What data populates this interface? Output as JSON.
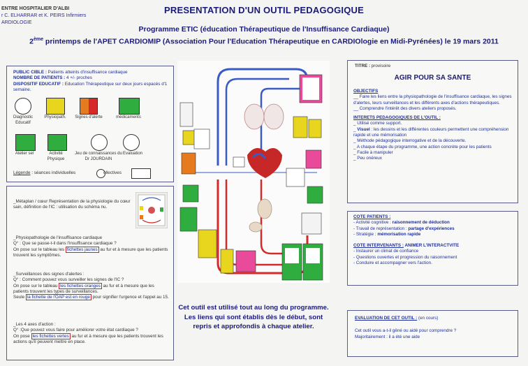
{
  "header": {
    "org_line1": "ENTRE HOSPITALIER D'ALBI",
    "org_line2": "r C. ELHARRAR et K. PEIRS Infirmiers",
    "org_line3": "ARDIOLOGIE",
    "title": "PRESENTATION D'UN OUTIL PEDAGOGIQUE",
    "program": "Programme ETIC (éducation Thérapeutique de l'Insuffisance Cardiaque)",
    "event_sup": "ème",
    "event_num": "2",
    "event_rest": " printemps de l'APET CARDIOMIP  (Association Pour l'Education Thérapeutique en CARDIOlogie en Midi-Pyrénées) le 19 mars 2011"
  },
  "public_box": {
    "cible_label": "PUBLIC CIBLE :",
    "cible_value": " Patients atteints d'insuffisance cardiaque",
    "nombre_label": "NOMBRE DE PATIENTS :",
    "nombre_value": " 4 +/- proches",
    "dispositif_label": "DISPOSITIF EDUCATIF :",
    "dispositif_value": " Education Thérapeutique sur deux jours espacés d'1 semaine.",
    "row1": [
      {
        "label": "Diagnostic Educatif"
      },
      {
        "label": "Physiopath."
      },
      {
        "label": "Signes d'alerte"
      },
      {
        "label": "médicaments"
      }
    ],
    "row2": [
      {
        "label": "Atelier sel"
      },
      {
        "label": "Activité Physique"
      },
      {
        "label": "Jeu de connaissances du Dr JOURDAIN"
      },
      {
        "label": "Evaluation"
      }
    ],
    "legend_label": "Légende",
    "legend_individual": " : séances individuelles",
    "legend_collective": "ollectives"
  },
  "method_box": {
    "p1": "_Métaplan / cœur Représentation de la physiologie du cœur sain, définition de l'IC : utilisation du schéma nu.",
    "p2_title": "_Physiopathologie de l'insuffisance cardiaque",
    "p2_q": "Q° : Que se passe-t-il dans l'insuffisance cardiaque ?",
    "p2_a1": "On pose sur le tableau les ",
    "p2_a_hl": "fichettes jaunes",
    "p2_a2": " au fur et à mesure que les patients trouvent les symptômes.",
    "p3_title": "_Surveillances des signes d'alertes :",
    "p3_q": "Q° : Comment pouvez vous surveiller les signes de l'IC ?",
    "p3_a1": "On pose sur le tableau ",
    "p3_a_hl": "les fichettes oranges",
    "p3_a2": " au fur et à mesure que les patients trouvent les types de surveillances.",
    "p3_b1": "Seule ",
    "p3_b_hl": "la fichette de l'OAP est en rouge",
    "p3_b2": " pour signifier l'urgence et l'appel au 15.",
    "p4_title": "_Les 4 axes d'action :",
    "p4_q": "Q° :Que pouvez vous faire pour améliorer votre état cardiaque ?",
    "p4_a1": "On pose ",
    "p4_a_hl": "les fichettes vertes",
    "p4_a2": " au fur et à mesure que les patients trouvent les actions qu'il peuvent mettre en place."
  },
  "photo_caption": "Cet outil est  utilisé tout au long du programme.\nLes liens qui sont  établis dès le  début, sont repris  et approfondis  à  chaque atelier.",
  "right_box": {
    "titre_label": "TITRE :",
    "titre_value": " provisoire",
    "heading": "AGIR POUR SA SANTE",
    "objectifs_label": "OBJECTIFS",
    "obj1": "__ Faire les liens entre la physiopathologie de l'insuffisance cardiaque, les signes d'alertes, leurs surveillances et les différents axes d'actions thérapeutiques.",
    "obj2": "__ Comprendre l'intérêt des divers ateliers proposés.",
    "interets_label": "INTERETS PEDAGOGIQUES DE L'OUTIL :",
    "int1": "_ Utilisé comme support.",
    "int2a": "_ ",
    "int2b": "Visuel",
    "int2c": " : les dessins et les différentes couleurs permettent une compréhension rapide et une mémorisation",
    "int3": "_ Méthode pédagogique interrogative et de la découverte.",
    "int4": "_ A chaque étape du programme, une action concrète pour les patients",
    "int5": "_ Facile à manipuler",
    "int6": "_ Peu onéreux"
  },
  "cote_box": {
    "patients_label": "COTE PATIENTS :",
    "pat1a": "- Activité cognitive : ",
    "pat1b": "raisonnement de déduction",
    "pat2a": "- Travail de représentation : ",
    "pat2b": "partage d'expériences",
    "pat3a": "- Stratégie : ",
    "pat3b": "mémorisation rapide",
    "interv_label": "COTE INTERVENANTS :",
    "interv_value": "  ANIMER L'INTERACTVITE",
    "int1": "- Instaurer un climat de confiance",
    "int2": "- Questions ouvertes et progression du raisonnement",
    "int3": "- Conduire et accompagner vers l'action."
  },
  "eval_box": {
    "label": "EVALUATION DE CET OUTIL :",
    "label_suffix": " (en cours)",
    "q": "Cet outil vous a-t-il gêné ou aidé pour comprendre ?",
    "a": "Majoritairement : il a été une aide"
  }
}
